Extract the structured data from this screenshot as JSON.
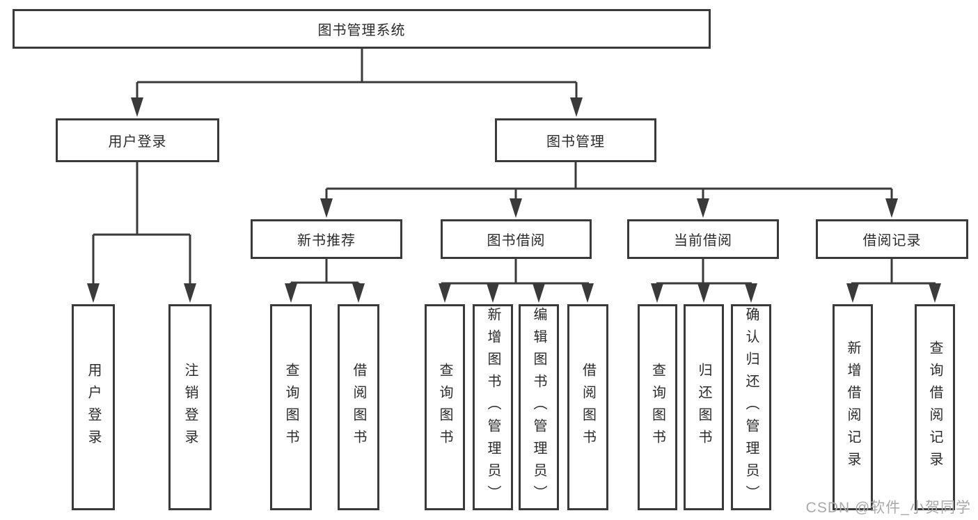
{
  "diagram_type": "hierarchy-tree",
  "colors": {
    "line": "#3a3a3a",
    "text": "#2b2b2b",
    "background": "#ffffff",
    "watermark": "#a9a9a9"
  },
  "nodes": {
    "root": {
      "label": "图书管理系统"
    },
    "user_login": {
      "label": "用户登录"
    },
    "book_mgmt": {
      "label": "图书管理"
    },
    "new_book_rec": {
      "label": "新书推荐"
    },
    "book_borrow": {
      "label": "图书借阅"
    },
    "current_borrow": {
      "label": "当前借阅"
    },
    "borrow_records": {
      "label": "借阅记录"
    },
    "leaves": {
      "user_login": "用户登录",
      "logout": "注销登录",
      "nbr_query": "查询图书",
      "nbr_borrow": "借阅图书",
      "bb_query": "查询图书",
      "bb_add": "新增图书（管理员）",
      "bb_edit": "编辑图书（管理员）",
      "bb_borrow": "借阅图书",
      "cb_query": "查询图书",
      "cb_return": "归还图书",
      "cb_confirm": "确认归还（管理员）",
      "br_add": "新增借阅记录",
      "br_query": "查询借阅记录"
    }
  },
  "watermark": "CSDN @软件_小贺同学"
}
